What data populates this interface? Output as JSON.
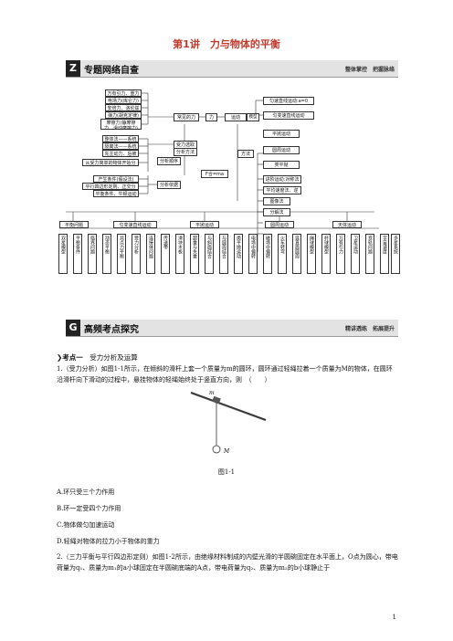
{
  "title": "第1讲　力与物体的平衡",
  "section1": {
    "badge": "Z",
    "label": "专题网络自查",
    "right": "整体掌控　把握脉络"
  },
  "section2": {
    "badge": "G",
    "label": "高频考点探究",
    "right": "精讲透练　拓展提升"
  },
  "diagram": {
    "force_list": [
      "万有引力、重力",
      "电场力(库仑力)",
      "安培力、洛伦兹力",
      "弹力(胡克定律)",
      "摩擦力(静摩擦力、滑动摩擦力)"
    ],
    "method_list": [
      "整体法——系统外力",
      "隔离法——系统内力",
      "先主动力、后被动力",
      "从受力简单的物体开始分析"
    ],
    "basis_list": [
      "产生条件(假设法)",
      "平行四边形定则、正交分解法",
      "平衡条件、牛顿运动定律"
    ],
    "hub": [
      "常见的力",
      "力",
      "运动",
      "F合=ma",
      "受力选取",
      "分析顺序",
      "分析方法",
      "分析依据"
    ],
    "motion_list": [
      "匀速直线运动:a=0",
      "匀变速直线运动",
      "平抛运动",
      "圆周运动",
      "类平抛",
      "进阶运动:对称法",
      "平均速度法、逆运法",
      "图像法",
      "分解法"
    ],
    "model_label": "模型",
    "method_label": "方法",
    "bottom_heads": [
      "平衡问题",
      "匀变速直线运动",
      "平抛运动",
      "圆周运动",
      "天体运动"
    ],
    "bottom_items": [
      "平衡条件",
      "临界问题",
      "动态平衡",
      "共点力平衡",
      "受力分析",
      "连接体问题",
      "传送带",
      "滑块木板",
      "超重与失重",
      "与斜面结合",
      "与圆周结合",
      "类平抛运动",
      "电场中偏转",
      "磁场中偏转",
      "火车转弯",
      "竖直面圆周",
      "绳球模型",
      "杆球模型",
      "万有引力",
      "卫星运动",
      "变轨问题",
      "宇宙速度",
      "双星模型",
      "多星系统"
    ]
  },
  "topic": {
    "marker": "考点一",
    "text": "受力分析及运算"
  },
  "q1": {
    "text": "1.（受力分析）如图1-1所示，在倾斜的滑杆上套一个质量为m的圆环，圆环通过轻绳拉着一个质量为M的物体，在圆环沿滑杆向下滑动的过程中，悬挂物体的轻绳始终处于竖直方向，则　（　　）",
    "fig_m": "m",
    "fig_M": "M",
    "caption": "图1-1",
    "options": [
      "A.环只受三个力作用",
      "B.环一定受四个力作用",
      "C.物体做匀加速运动",
      "D.轻绳对物体的拉力小于物体的重力"
    ]
  },
  "q2": {
    "text": "2.（三力平衡与平行四边形定则）如图1-2所示，由绝缘材料制成的内壁光滑的半圆碗固定在水平面上，O点为圆心，带电荷量为q₁、质量为m₁的a小球固定在半圆碗底端的A点，带电荷量为q₂、质量为m₂的b小球静止于"
  },
  "page": "1"
}
